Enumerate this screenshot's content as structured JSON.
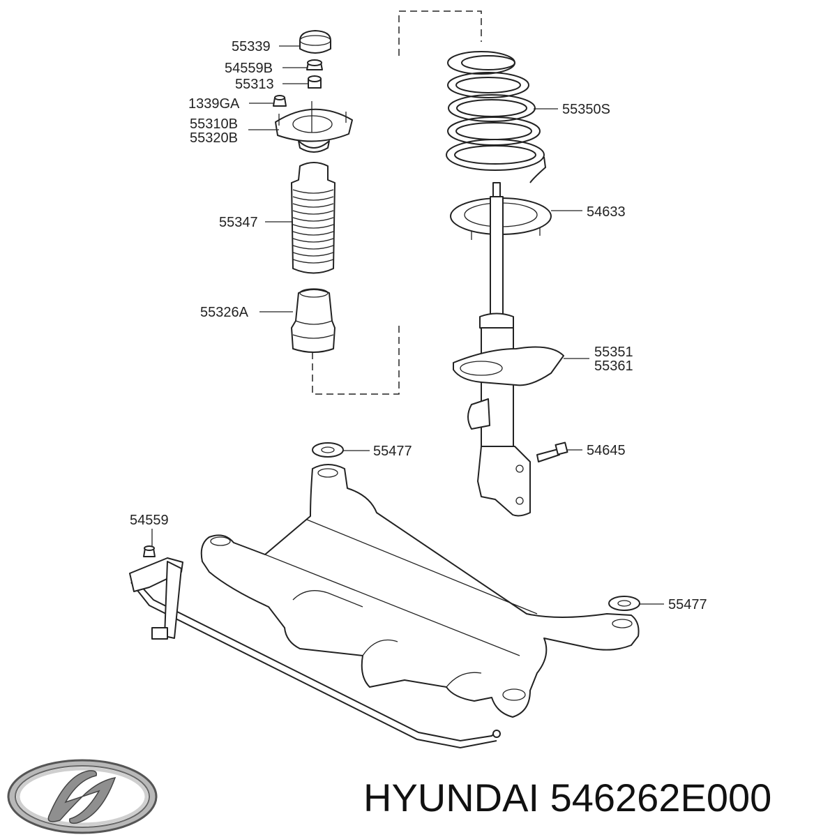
{
  "brand": "HYUNDAI",
  "part_number": "546262E000",
  "logo_icon": "hyundai-logo-icon",
  "labels": {
    "p55339": "55339",
    "p54559b": "54559B",
    "p55313": "55313",
    "p1339ga": "1339GA",
    "p55310b": "55310B",
    "p55320b": "55320B",
    "p55347": "55347",
    "p55326a": "55326A",
    "p55350s": "55350S",
    "p54633": "54633",
    "p55351": "55351",
    "p55361": "55361",
    "p54645": "54645",
    "p55477_top": "55477",
    "p54559": "54559",
    "p55477_right": "55477"
  }
}
